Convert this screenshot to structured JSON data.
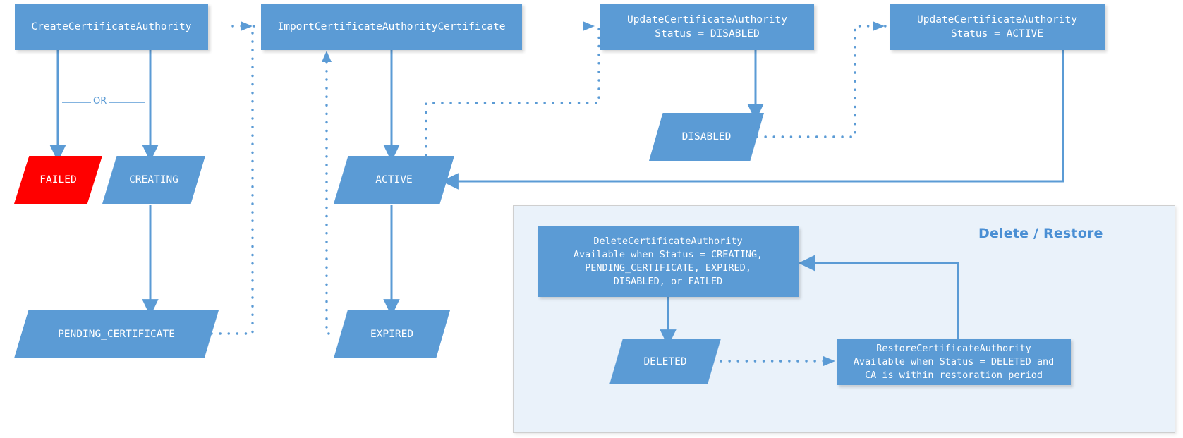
{
  "diagram": {
    "title": "AWS Private CA certificate authority lifecycle state diagram",
    "colors": {
      "node_blue": "#5B9BD5",
      "failed_red": "#FF0000",
      "panel_bg": "#EAF2FA",
      "panel_border": "#CFCFCF",
      "connector": "#5B9BD5",
      "panel_title": "#4A8FD4",
      "node_text": "#FFFFFF"
    },
    "panel": {
      "label": "Delete / Restore"
    },
    "or_label": "OR",
    "nodes": [
      {
        "id": "create-certificate-authority",
        "shape": "rect",
        "label": "CreateCertificateAuthority"
      },
      {
        "id": "import-certificate-authority-certificate",
        "shape": "rect",
        "label": "ImportCertificateAuthorityCertificate"
      },
      {
        "id": "update-certificate-authority-disabled",
        "shape": "rect",
        "label": "UpdateCertificateAuthority\nStatus = DISABLED"
      },
      {
        "id": "update-certificate-authority-active",
        "shape": "rect",
        "label": "UpdateCertificateAuthority\nStatus = ACTIVE"
      },
      {
        "id": "status-failed",
        "shape": "parallelogram",
        "label": "FAILED",
        "color": "#FF0000"
      },
      {
        "id": "status-creating",
        "shape": "parallelogram",
        "label": "CREATING"
      },
      {
        "id": "status-pending-certificate",
        "shape": "parallelogram",
        "label": "PENDING_CERTIFICATE"
      },
      {
        "id": "status-active",
        "shape": "parallelogram",
        "label": "ACTIVE"
      },
      {
        "id": "status-expired",
        "shape": "parallelogram",
        "label": "EXPIRED"
      },
      {
        "id": "status-disabled",
        "shape": "parallelogram",
        "label": "DISABLED"
      },
      {
        "id": "status-deleted",
        "shape": "parallelogram",
        "label": "DELETED"
      },
      {
        "id": "delete-certificate-authority",
        "shape": "rect",
        "label": "DeleteCertificateAuthority\nAvailable when Status = CREATING,\nPENDING_CERTIFICATE, EXPIRED,\nDISABLED, or FAILED"
      },
      {
        "id": "restore-certificate-authority",
        "shape": "rect",
        "label": "RestoreCertificateAuthority\nAvailable when Status = DELETED and\nCA is within restoration period"
      }
    ],
    "edges": [
      {
        "from": "create-certificate-authority",
        "to": "status-failed",
        "style": "solid"
      },
      {
        "from": "create-certificate-authority",
        "to": "status-creating",
        "style": "solid"
      },
      {
        "from": "status-creating",
        "to": "status-pending-certificate",
        "style": "solid"
      },
      {
        "from": "status-pending-certificate",
        "to": "import-certificate-authority-certificate",
        "style": "dotted"
      },
      {
        "from": "import-certificate-authority-certificate",
        "to": "status-active",
        "style": "solid"
      },
      {
        "from": "status-active",
        "to": "status-expired",
        "style": "solid"
      },
      {
        "from": "status-expired",
        "to": "import-certificate-authority-certificate",
        "style": "dotted"
      },
      {
        "from": "status-active",
        "to": "update-certificate-authority-disabled",
        "style": "dotted"
      },
      {
        "from": "update-certificate-authority-disabled",
        "to": "status-disabled",
        "style": "solid"
      },
      {
        "from": "status-disabled",
        "to": "update-certificate-authority-active",
        "style": "dotted"
      },
      {
        "from": "update-certificate-authority-active",
        "to": "status-active",
        "style": "solid"
      },
      {
        "from": "delete-certificate-authority",
        "to": "status-deleted",
        "style": "solid"
      },
      {
        "from": "status-deleted",
        "to": "restore-certificate-authority",
        "style": "dotted"
      },
      {
        "from": "restore-certificate-authority",
        "to": "delete-certificate-authority",
        "style": "solid"
      }
    ]
  }
}
